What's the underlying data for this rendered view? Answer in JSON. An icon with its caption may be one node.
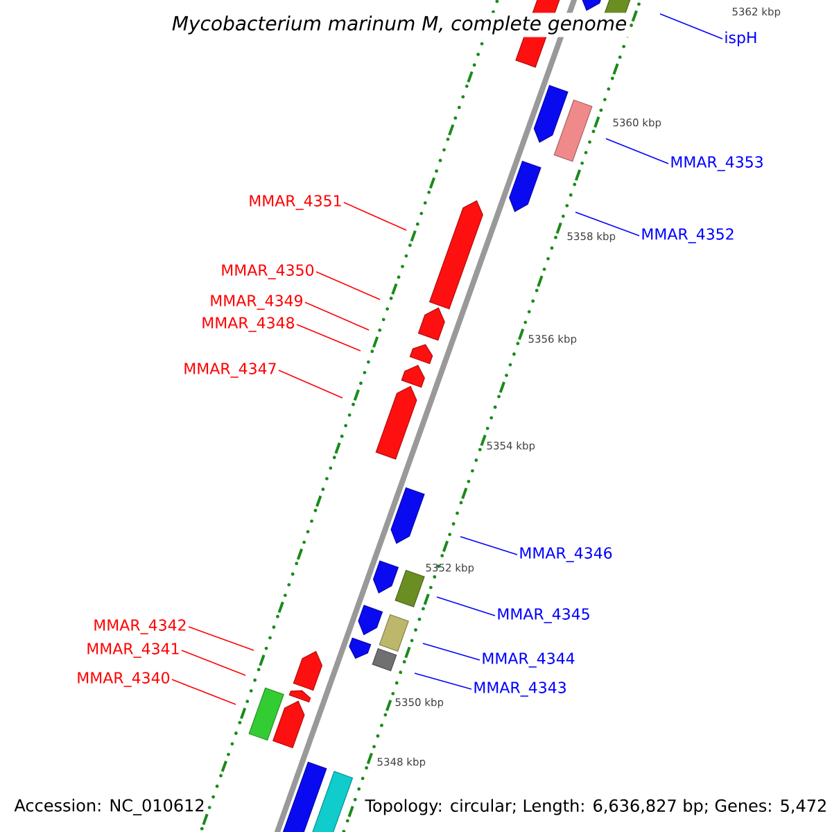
{
  "diagram": {
    "title": "Mycobacterium marinum M, complete genome",
    "nodes": [
      {
        "text": [
          "ispH"
        ]
      },
      {
        "text": [
          "MMAR_4353"
        ]
      },
      {
        "text": [
          "MMAR_4351"
        ]
      },
      {
        "text": [
          "MMAR_4352"
        ]
      },
      {
        "text": [
          "MMAR_4350"
        ]
      },
      {
        "text": [
          "MMAR_4349"
        ]
      },
      {
        "text": [
          "MMAR_4348"
        ]
      },
      {
        "text": [
          "MMAR_4347"
        ]
      },
      {
        "text": [
          "MMAR_4346"
        ]
      },
      {
        "text": [
          "MMAR_4345"
        ]
      },
      {
        "text": [
          "MMAR_4342"
        ]
      },
      {
        "text": [
          "MMAR_4341"
        ]
      },
      {
        "text": [
          "MMAR_4344"
        ]
      },
      {
        "text": [
          "MMAR_4340"
        ]
      },
      {
        "text": [
          "MMAR_4343"
        ]
      }
    ],
    "edges": [
      {
        "from": 0,
        "to": null,
        "arrow": "none",
        "color": "#0000ff"
      },
      {
        "from": 1,
        "to": null,
        "arrow": "none",
        "color": "#0000ff"
      },
      {
        "from": 2,
        "to": null,
        "arrow": "none",
        "color": "#ff0000"
      },
      {
        "from": 3,
        "to": null,
        "arrow": "none",
        "color": "#0000ff"
      },
      {
        "from": 4,
        "to": null,
        "arrow": "none",
        "color": "#ff0000"
      },
      {
        "from": 5,
        "to": null,
        "arrow": "none",
        "color": "#ff0000"
      },
      {
        "from": 6,
        "to": null,
        "arrow": "none",
        "color": "#ff0000"
      },
      {
        "from": 7,
        "to": null,
        "arrow": "none",
        "color": "#ff0000"
      },
      {
        "from": 8,
        "to": null,
        "arrow": "none",
        "color": "#0000ff"
      },
      {
        "from": 9,
        "to": null,
        "arrow": "none",
        "color": "#0000ff"
      },
      {
        "from": 10,
        "to": null,
        "arrow": "none",
        "color": "#ff0000"
      },
      {
        "from": 11,
        "to": null,
        "arrow": "none",
        "color": "#ff0000"
      },
      {
        "from": 12,
        "to": null,
        "arrow": "none",
        "color": "#0000ff"
      },
      {
        "from": 13,
        "to": null,
        "arrow": "none",
        "color": "#ff0000"
      },
      {
        "from": 14,
        "to": null,
        "arrow": "none",
        "color": "#0000ff"
      }
    ],
    "labels": [
      "5362 kbp",
      "5360 kbp",
      "5358 kbp",
      "5356 kbp",
      "5354 kbp",
      "5352 kbp",
      "5350 kbp",
      "5348 kbp",
      "Accession: NC_010612",
      "Topology: circular; Length: 6,636,827 bp; Genes: 5,472"
    ]
  }
}
